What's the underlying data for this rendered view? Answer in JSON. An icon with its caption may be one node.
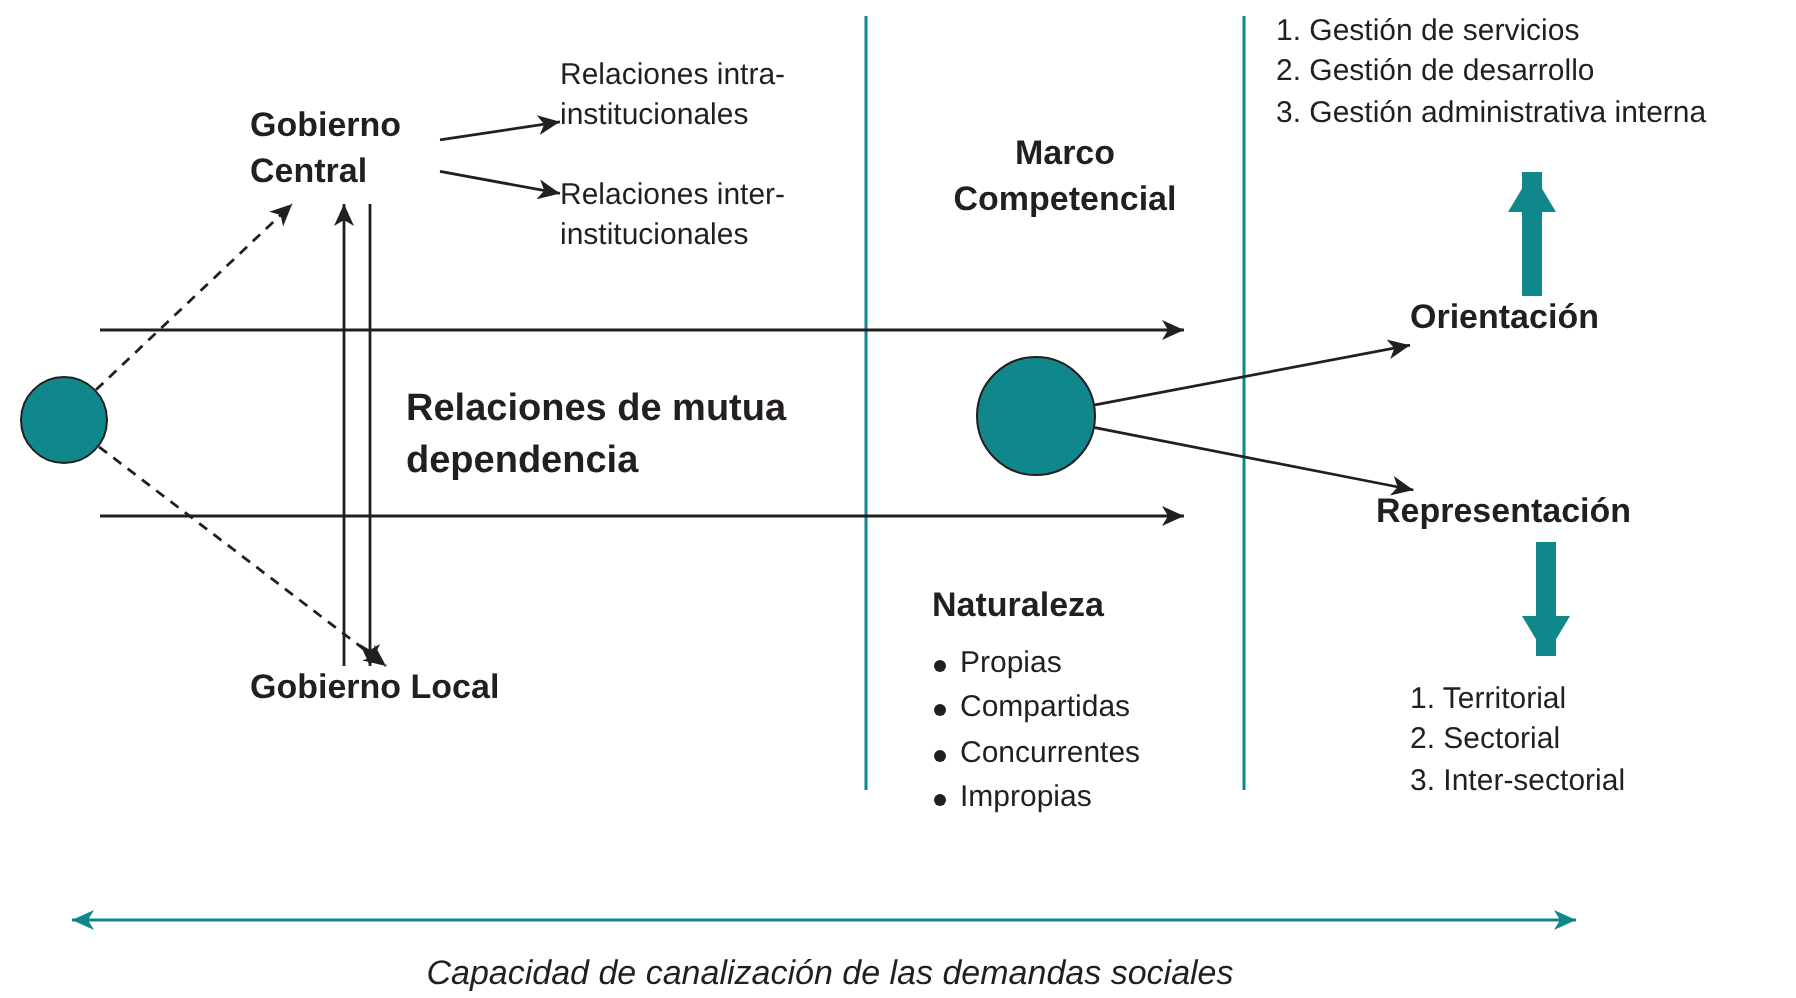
{
  "diagram": {
    "caption": "Capacidad de canalización de las demandas sociales",
    "nodes": [
      {
        "text": [],
        "shape": "circle"
      },
      {
        "text": [
          "Gobierno Central"
        ]
      },
      {
        "text": [
          "Relaciones intra-institucionales"
        ]
      },
      {
        "text": [
          "Relaciones inter-institucionales"
        ]
      },
      {
        "text": [
          "Gobierno Local"
        ]
      },
      {
        "text": [],
        "shape": "circle"
      },
      {
        "text": [
          "Orientación"
        ]
      },
      {
        "text": [
          "Representación"
        ]
      },
      {
        "text": [
          "1. Gestión de servicios",
          "2. Gestión de desarrollo",
          "3. Gestión administrativa interna"
        ]
      },
      {
        "text": [
          "1. Territorial",
          "2. Sectorial",
          "3. Inter-sectorial"
        ]
      }
    ],
    "edges": [
      {
        "from": 0,
        "to": 1,
        "arrow": "to",
        "style": "dashed"
      },
      {
        "from": 0,
        "to": 4,
        "arrow": "to",
        "style": "dashed"
      },
      {
        "from": 1,
        "to": 2,
        "arrow": "to"
      },
      {
        "from": 1,
        "to": 3,
        "arrow": "to"
      },
      {
        "from": 4,
        "to": 1,
        "arrow": "to"
      },
      {
        "from": 1,
        "to": 4,
        "arrow": "to"
      },
      {
        "from": 5,
        "to": 6,
        "arrow": "to"
      },
      {
        "from": 5,
        "to": 7,
        "arrow": "to"
      },
      {
        "from": 6,
        "to": 8,
        "arrow": "to",
        "style": "thick",
        "color": "#10878b"
      },
      {
        "from": 7,
        "to": 9,
        "arrow": "to",
        "style": "thick",
        "color": "#10878b"
      }
    ],
    "labels": [
      "Marco Competencial",
      "Relaciones de mutua dependencia",
      "Naturaleza",
      "Propias",
      "Compartidas",
      "Concurrentes",
      "Impropias"
    ]
  }
}
